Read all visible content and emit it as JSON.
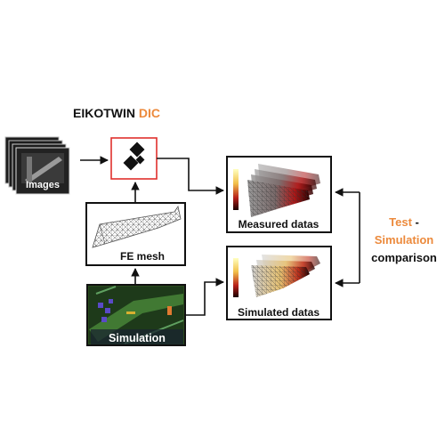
{
  "title": {
    "brand": "EIKOTWIN",
    "product": "DIC"
  },
  "boxes": {
    "images": "Images",
    "fe_mesh": "FE mesh",
    "simulation": "Simulation",
    "measured": "Measured datas",
    "simulated": "Simulated datas"
  },
  "comparison": {
    "test": "Test",
    "dash": " -",
    "simulation": "Simulation",
    "word": "comparison"
  },
  "colors": {
    "accent": "#ec8a3c",
    "dic_box_border": "#e0302c",
    "line": "#111111"
  }
}
